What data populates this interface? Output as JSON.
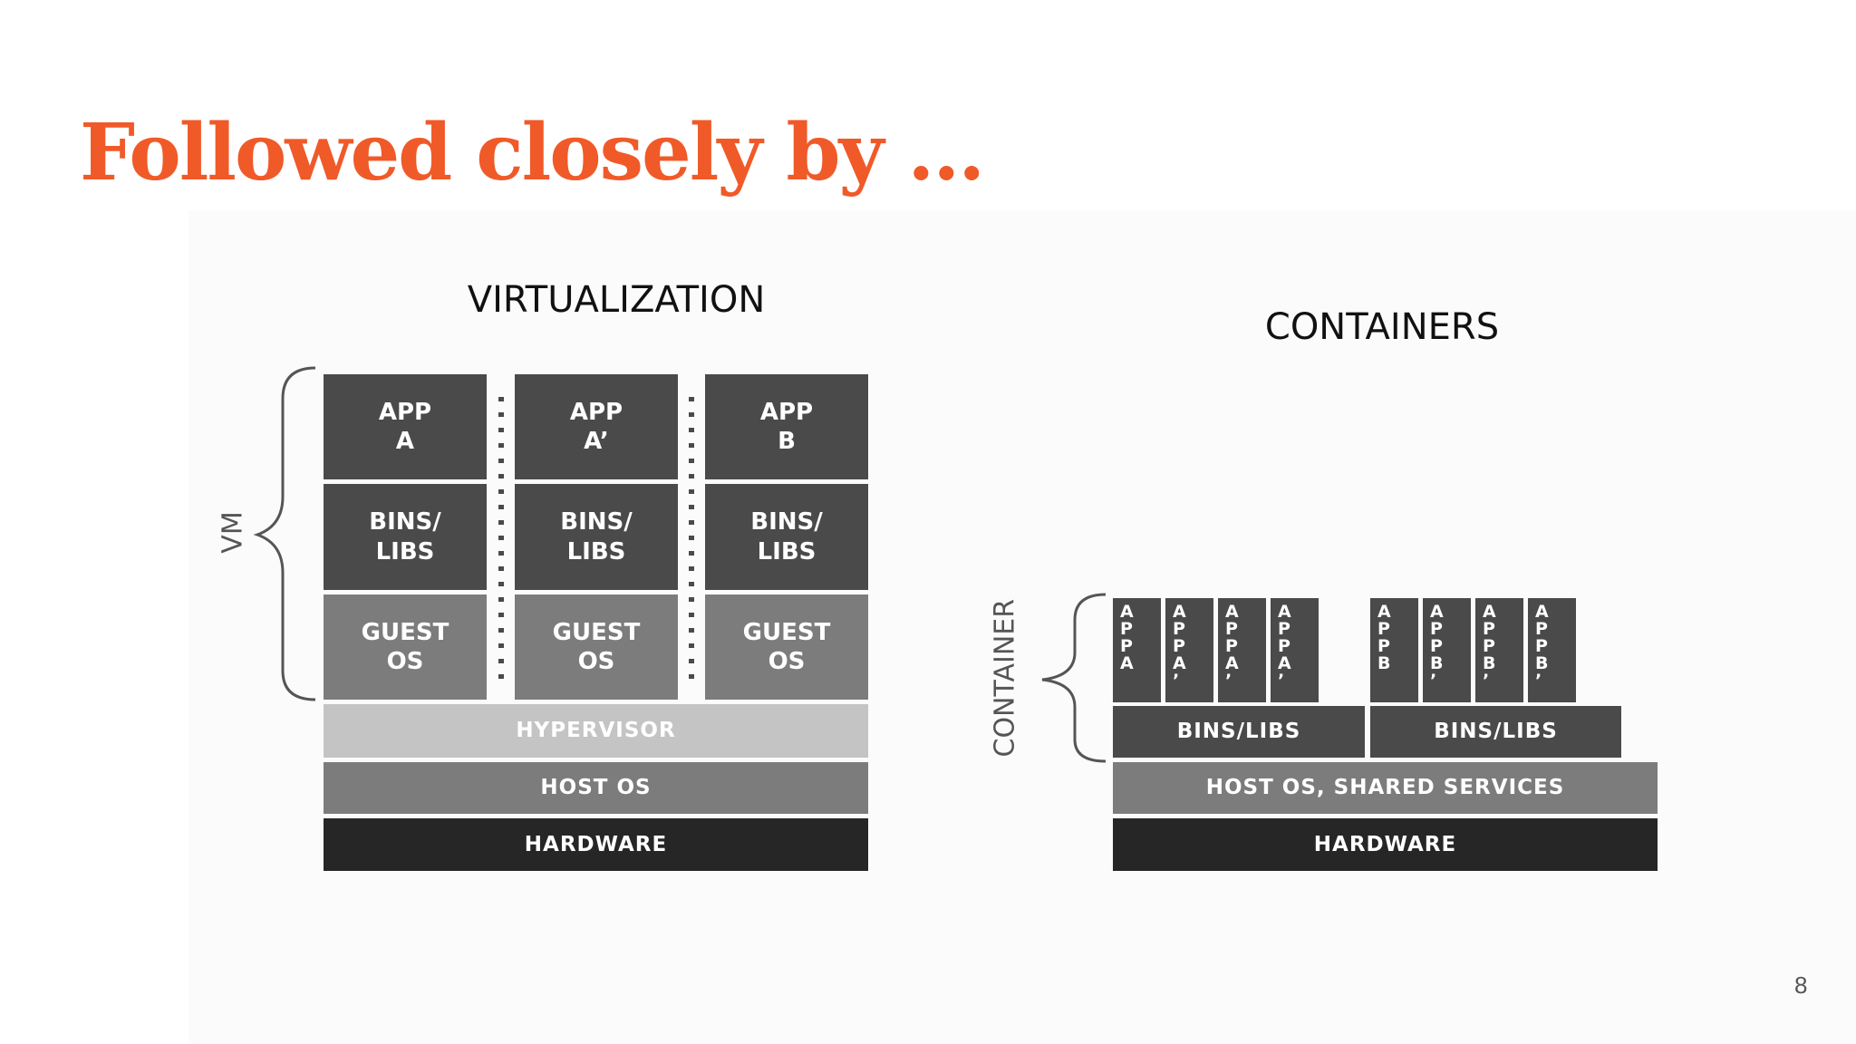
{
  "slide": {
    "title": "Followed closely by ...",
    "page_number": "8",
    "title_color": "#f05a28"
  },
  "virtualization": {
    "title": "VIRTUALIZATION",
    "group_label": "VM",
    "apps": [
      "APP\nA",
      "APP\nA’",
      "APP\nB"
    ],
    "bins": [
      "BINS/\nLIBS",
      "BINS/\nLIBS",
      "BINS/\nLIBS"
    ],
    "guests": [
      "GUEST\nOS",
      "GUEST\nOS",
      "GUEST\nOS"
    ],
    "hypervisor": "HYPERVISOR",
    "host_os": "HOST OS",
    "hardware": "HARDWARE"
  },
  "containers": {
    "title": "CONTAINERS",
    "group_label": "CONTAINER",
    "apps": [
      "APPA",
      "APPA’",
      "APPA’",
      "APPA’",
      "APPB",
      "APPB’",
      "APPB’",
      "APPB’"
    ],
    "bins": [
      "BINS/LIBS",
      "BINS/LIBS"
    ],
    "host_os": "HOST OS, SHARED SERVICES",
    "hardware": "HARDWARE"
  },
  "colors": {
    "dark_block": "#4a4a4a",
    "mid_block": "#7c7c7c",
    "light_block": "#c4c4c4",
    "black_block": "#262626"
  }
}
